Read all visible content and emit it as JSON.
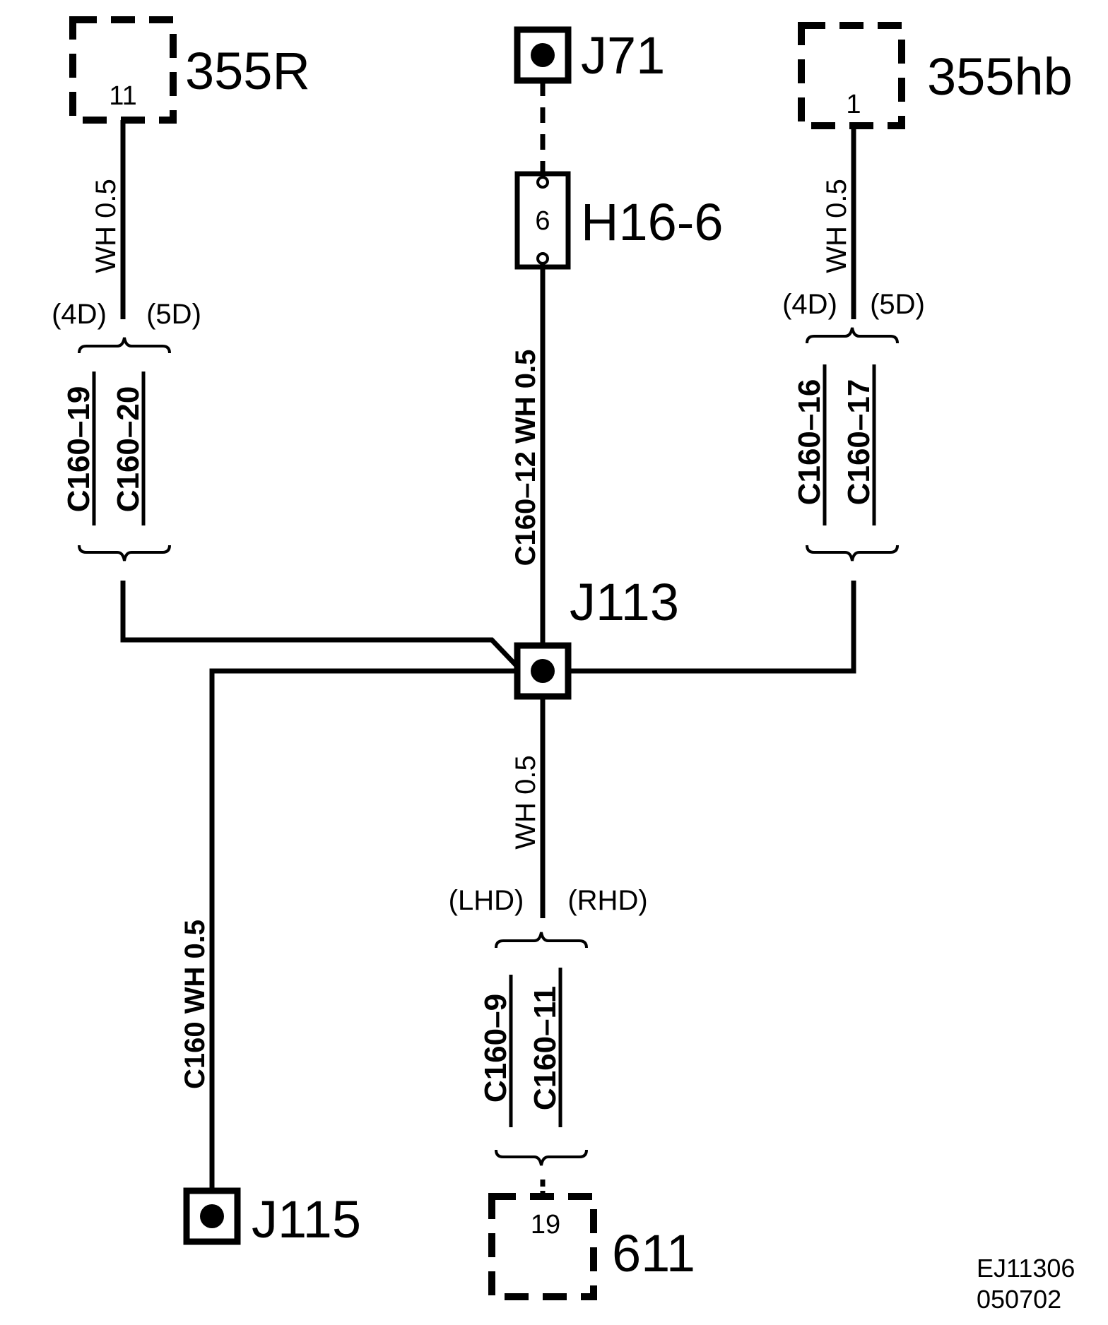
{
  "diagram": {
    "components": {
      "c355r": {
        "label": "355R",
        "pin": "11"
      },
      "j71": {
        "label": "J71"
      },
      "c355hb": {
        "label": "355hb",
        "pin": "1"
      },
      "h16": {
        "label": "H16-6",
        "pin": "6"
      },
      "j113": {
        "label": "J113"
      },
      "j115": {
        "label": "J115"
      },
      "c611": {
        "label": "611",
        "pin": "19"
      }
    },
    "wires": {
      "left_top": "WH 0.5",
      "center_top": "C160–12 WH 0.5",
      "right_top": "WH 0.5",
      "center_bottom": "WH 0.5",
      "left_long": "C160 WH 0.5"
    },
    "conditions": {
      "left_a": "(4D)",
      "left_b": "(5D)",
      "right_a": "(4D)",
      "right_b": "(5D)",
      "bottom_a": "(LHD)",
      "bottom_b": "(RHD)"
    },
    "connectors": {
      "left_a": "C160–19",
      "left_b": "C160–20",
      "right_a": "C160–16",
      "right_b": "C160–17",
      "bottom_a": "C160–9",
      "bottom_b": "C160–11"
    },
    "reference": {
      "code": "EJ11306",
      "date": "050702"
    }
  }
}
